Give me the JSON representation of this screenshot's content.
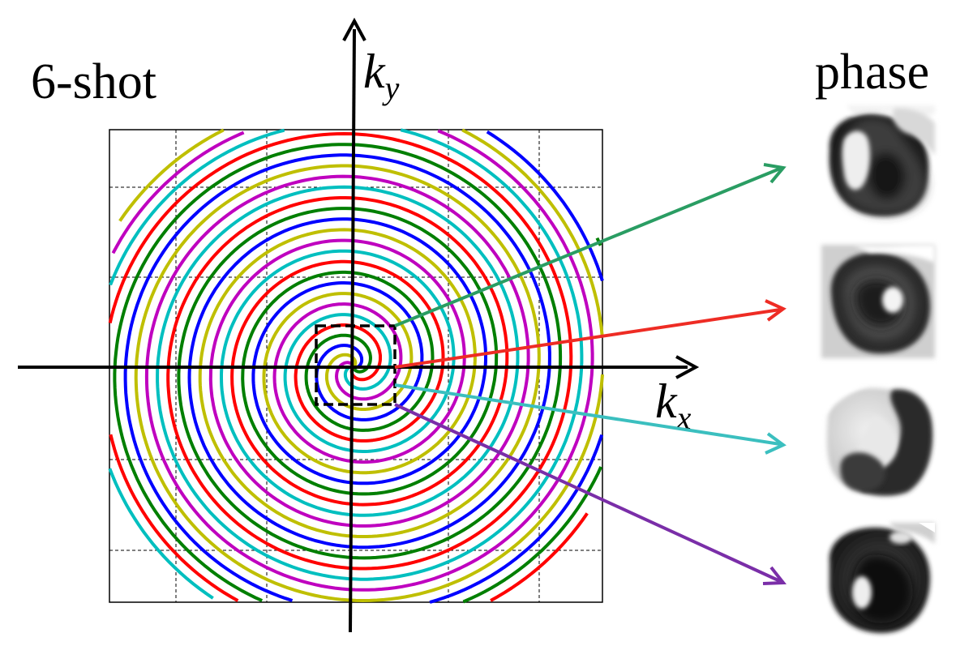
{
  "title": "6-shot",
  "phase_title": "phase",
  "axis": {
    "x_main": "k",
    "x_sub": "x",
    "y_main": "k",
    "y_sub": "y"
  },
  "shot_colors": [
    "#0000ff",
    "#007f00",
    "#ff0000",
    "#00bfbf",
    "#bf00bf",
    "#bfbf00"
  ],
  "arrow_colors": [
    "#2a9d63",
    "#ee2c24",
    "#3bbfbf",
    "#7a2ea8"
  ],
  "phase_maps": [
    {
      "name": "phase-map-1",
      "arrow_color": "#2a9d63"
    },
    {
      "name": "phase-map-2",
      "arrow_color": "#ee2c24"
    },
    {
      "name": "phase-map-3",
      "arrow_color": "#3bbfbf"
    },
    {
      "name": "phase-map-4",
      "arrow_color": "#7a2ea8"
    }
  ]
}
